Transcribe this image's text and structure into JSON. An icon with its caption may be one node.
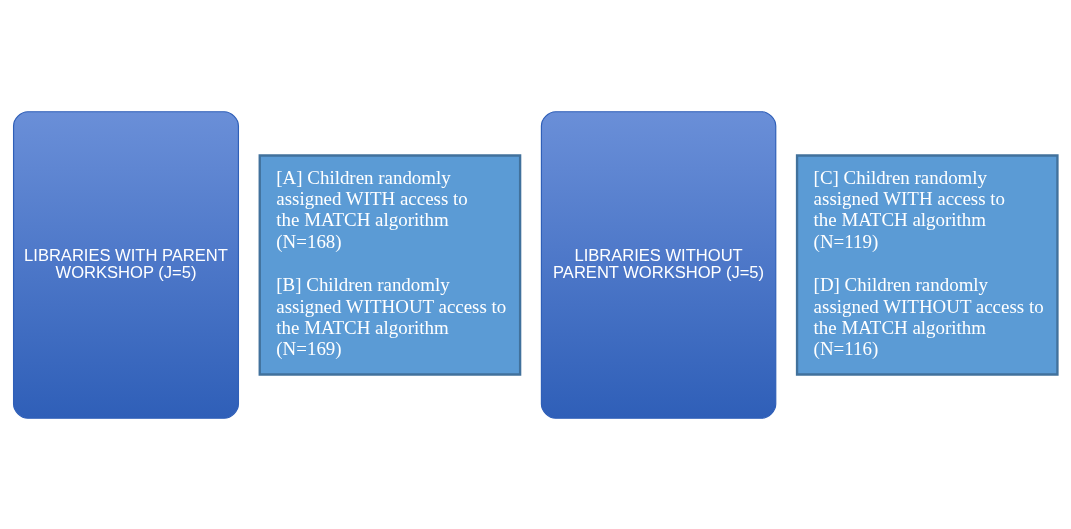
{
  "diagram": {
    "nodes": [
      {
        "text": [
          "LIBRARIES WITH PARENT WORKSHOP (J=5)"
        ]
      },
      {
        "text": [
          "[A] Children randomly assigned WITH access to the MATCH algorithm (N=168)",
          "[B] Children randomly assigned WITHOUT access to the MATCH algorithm (N=169)"
        ]
      },
      {
        "text": [
          "LIBRARIES WITHOUT PARENT WORKSHOP (J=5)"
        ]
      },
      {
        "text": [
          "[C] Children randomly assigned WITH access to the MATCH algorithm (N=119)",
          "[D] Children randomly assigned WITHOUT access to the MATCH algorithm (N=116)"
        ]
      }
    ],
    "edges": []
  }
}
